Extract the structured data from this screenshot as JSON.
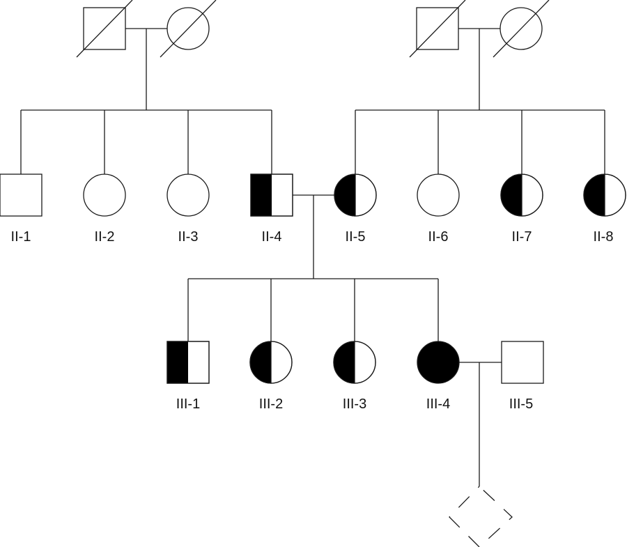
{
  "individuals": [
    {
      "id": "I-1",
      "label": "",
      "sex": "male",
      "status": "deceased"
    },
    {
      "id": "I-2",
      "label": "",
      "sex": "female",
      "status": "deceased"
    },
    {
      "id": "I-3",
      "label": "",
      "sex": "male",
      "status": "deceased"
    },
    {
      "id": "I-4",
      "label": "",
      "sex": "female",
      "status": "deceased"
    },
    {
      "id": "II-1",
      "label": "II-1",
      "sex": "male",
      "status": "unaffected"
    },
    {
      "id": "II-2",
      "label": "II-2",
      "sex": "female",
      "status": "unaffected"
    },
    {
      "id": "II-3",
      "label": "II-3",
      "sex": "female",
      "status": "unaffected"
    },
    {
      "id": "II-4",
      "label": "II-4",
      "sex": "male",
      "status": "half-affected"
    },
    {
      "id": "II-5",
      "label": "II-5",
      "sex": "female",
      "status": "half-affected"
    },
    {
      "id": "II-6",
      "label": "II-6",
      "sex": "female",
      "status": "unaffected"
    },
    {
      "id": "II-7",
      "label": "II-7",
      "sex": "female",
      "status": "half-affected"
    },
    {
      "id": "II-8",
      "label": "II-8",
      "sex": "female",
      "status": "half-affected"
    },
    {
      "id": "III-1",
      "label": "III-1",
      "sex": "male",
      "status": "half-affected"
    },
    {
      "id": "III-2",
      "label": "III-2",
      "sex": "female",
      "status": "half-affected"
    },
    {
      "id": "III-3",
      "label": "III-3",
      "sex": "female",
      "status": "half-affected"
    },
    {
      "id": "III-4",
      "label": "III-4",
      "sex": "female",
      "status": "affected"
    },
    {
      "id": "III-5",
      "label": "III-5",
      "sex": "male",
      "status": "unaffected"
    },
    {
      "id": "IV-1",
      "label": "",
      "sex": "unknown",
      "status": "pregnancy"
    }
  ],
  "colors": {
    "line": "#1a1a1a",
    "affected_fill": "#000000",
    "background": "#ffffff"
  }
}
